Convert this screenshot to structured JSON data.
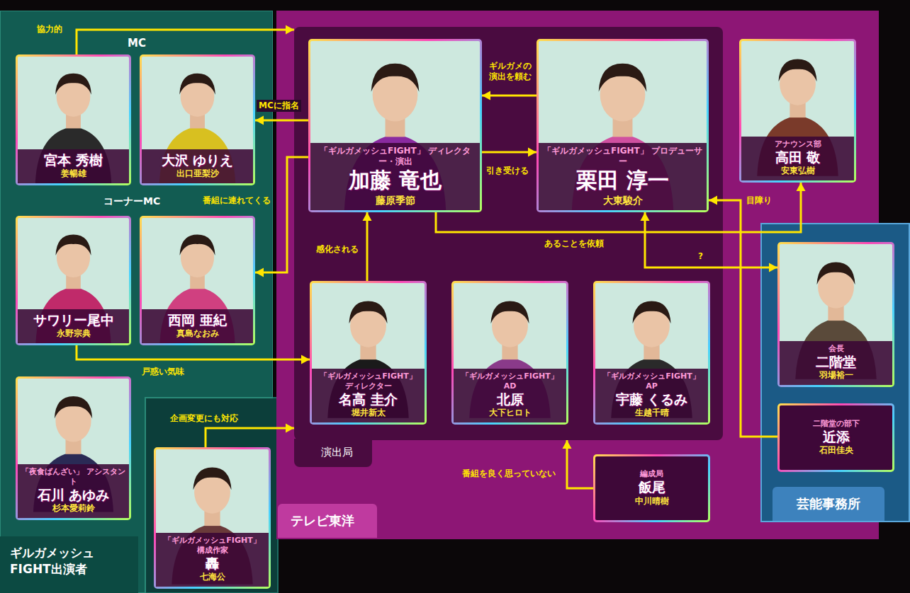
{
  "diagram": {
    "nodes": [
      {
        "text": [
          "ギルガメッシュ FIGHT出演者"
        ]
      },
      {
        "text": [
          "宮本 秀樹",
          "姜暢雄"
        ],
        "in": 0
      },
      {
        "text": [
          "大沢 ゆりえ",
          "出口亜梨沙"
        ],
        "in": 0
      },
      {
        "text": [
          "サワリー尾中",
          "永野宗典"
        ],
        "in": 0
      },
      {
        "text": [
          "西岡 亜紀",
          "真島なおみ"
        ],
        "in": 0
      },
      {
        "text": [
          "「夜食ばんざい」 アシスタント",
          "石川 あゆみ",
          "杉本愛莉鈴"
        ],
        "in": 0
      },
      {
        "text": [
          "「ギルガメッシュFIGHT」 構成作家",
          "轟",
          "七海公"
        ]
      },
      {
        "text": [
          "テレビ東洋"
        ]
      },
      {
        "text": [
          "演出局"
        ],
        "in": 7
      },
      {
        "text": [
          "「ギルガメッシュFIGHT」 ディレクター・演出",
          "加藤 竜也",
          "藤原季節"
        ],
        "in": 8
      },
      {
        "text": [
          "「ギルガメッシュFIGHT」 プロデューサー",
          "栗田 淳一",
          "大東駿介"
        ],
        "in": 8
      },
      {
        "text": [
          "「ギルガメッシュFIGHT」 ディレクター",
          "名高 圭介",
          "堀井新太"
        ],
        "in": 8
      },
      {
        "text": [
          "「ギルガメッシュFIGHT」 AD",
          "北原",
          "大下ヒロト"
        ],
        "in": 8
      },
      {
        "text": [
          "「ギルガメッシュFIGHT」 AP",
          "宇藤 くるみ",
          "生越千晴"
        ],
        "in": 8
      },
      {
        "text": [
          "アナウンス部",
          "高田 敬",
          "安東弘樹"
        ],
        "in": 7
      },
      {
        "text": [
          "編成局",
          "飯尾",
          "中川晴樹"
        ],
        "in": 7
      },
      {
        "text": [
          "芸能事務所"
        ]
      },
      {
        "text": [
          "会長",
          "二階堂",
          "羽場裕一"
        ],
        "in": 16
      },
      {
        "text": [
          "二階堂の部下",
          "近添",
          "石田佳央"
        ],
        "in": 16
      }
    ],
    "edges": [
      {
        "from": 1,
        "to": 8,
        "arrow": "to",
        "label": "協力的"
      },
      {
        "from": 10,
        "to": 9,
        "arrow": "to",
        "label": "ギルガメの演出を頼む"
      },
      {
        "from": 9,
        "to": 10,
        "arrow": "to",
        "label": "引き受ける"
      },
      {
        "from": 9,
        "to": 2,
        "arrow": "to",
        "label": "MCに指名"
      },
      {
        "from": 9,
        "to": 4,
        "arrow": "to",
        "label": "番組に連れてくる"
      },
      {
        "from": 3,
        "to": 11,
        "arrow": "to",
        "label": "戸惑い気味"
      },
      {
        "from": 11,
        "to": 9,
        "arrow": "to",
        "label": "感化される"
      },
      {
        "from": 9,
        "to": 14,
        "arrow": "to",
        "label": "あることを依頼"
      },
      {
        "from": 18,
        "to": 10,
        "arrow": "to",
        "label": "目障り"
      },
      {
        "from": 10,
        "to": 17,
        "arrow": "both",
        "label": "?"
      },
      {
        "from": 6,
        "to": 8,
        "arrow": "to",
        "label": "企画変更にも対応"
      },
      {
        "from": 15,
        "to": 8,
        "arrow": "to",
        "label": "番組を良く思っていない"
      }
    ],
    "labels": [
      "MC",
      "コーナーMC"
    ]
  }
}
